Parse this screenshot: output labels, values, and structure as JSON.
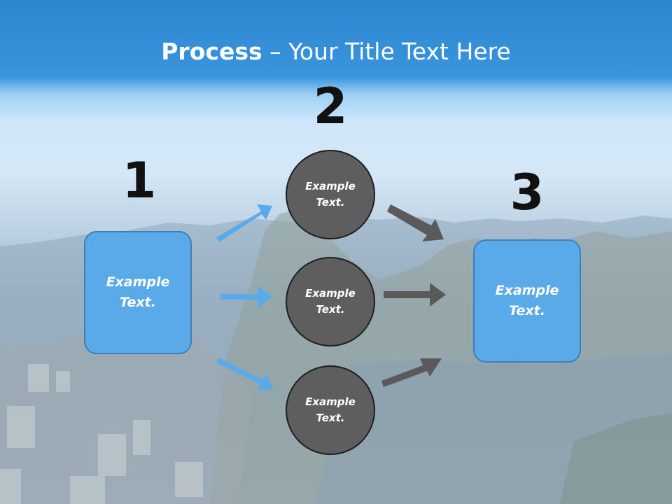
{
  "title": {
    "strong": "Process",
    "rest": " – Your Title Text Here"
  },
  "steps": [
    {
      "number": "1",
      "text": "Example\nText."
    },
    {
      "number": "2"
    },
    {
      "number": "3",
      "text": "Example\nText."
    }
  ],
  "nodes": [
    {
      "text": "Example\nText."
    },
    {
      "text": "Example\nText."
    },
    {
      "text": "Example\nText."
    }
  ],
  "colors": {
    "box_fill": "#5aaae9",
    "box_border": "#3f7fb8",
    "circle_fill": "#5e5e5e",
    "blue_arrow": "#5aaae9",
    "gray_arrow": "#5a5a5a",
    "header": "#2d86d0"
  }
}
